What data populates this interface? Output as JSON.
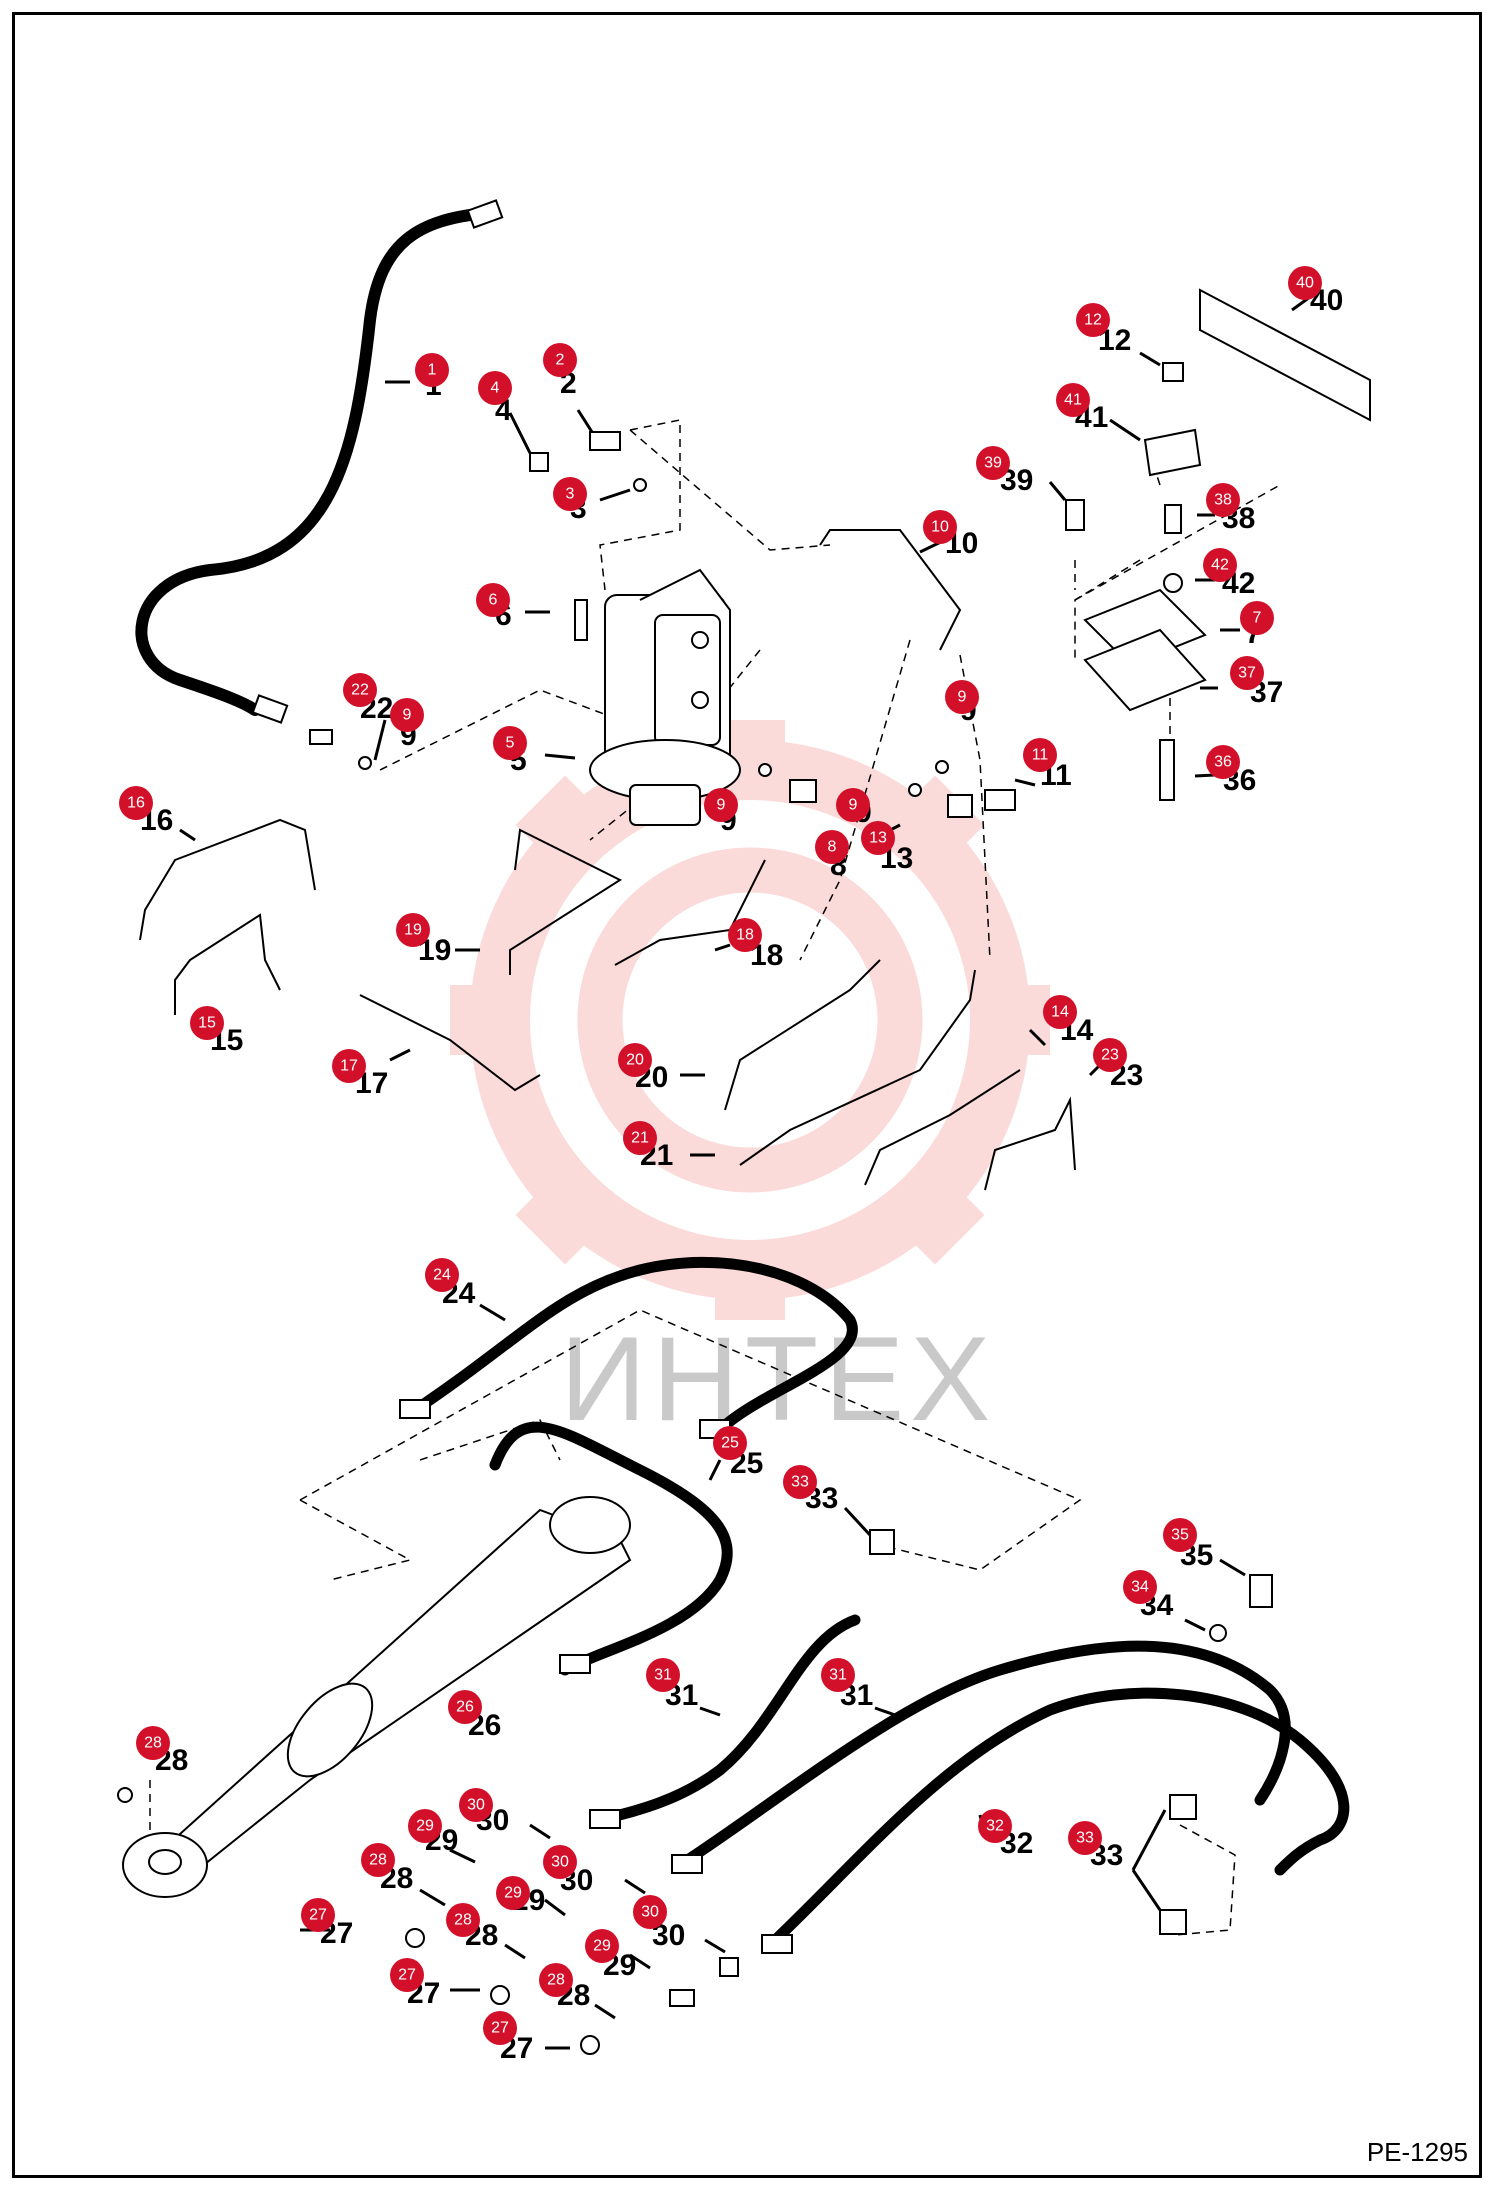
{
  "watermark": {
    "text": "ИНТЕХ",
    "color": "#f05a5a"
  },
  "diagram_ref": "PE-1295",
  "colors": {
    "badge": "#d3102a",
    "badge_text": "#ffffff",
    "line": "#000000"
  },
  "callouts": [
    "1",
    "2",
    "3",
    "4",
    "5",
    "6",
    "7",
    "8",
    "9",
    "10",
    "11",
    "12",
    "13",
    "14",
    "15",
    "16",
    "17",
    "18",
    "19",
    "20",
    "21",
    "22",
    "23",
    "24",
    "25",
    "26",
    "27",
    "28",
    "29",
    "30",
    "31",
    "32",
    "33",
    "34",
    "35",
    "36",
    "37",
    "38",
    "39",
    "40",
    "41",
    "42"
  ],
  "labels": [
    {
      "id": "1",
      "num": "1",
      "badge": "1"
    },
    {
      "id": "2",
      "num": "2",
      "badge": "2"
    },
    {
      "id": "3",
      "num": "3",
      "badge": "3"
    },
    {
      "id": "4",
      "num": "4",
      "badge": "4"
    },
    {
      "id": "5",
      "num": "5",
      "badge": "5"
    },
    {
      "id": "6",
      "num": "6",
      "badge": "6"
    },
    {
      "id": "7",
      "num": "7",
      "badge": "7"
    },
    {
      "id": "8",
      "num": "8",
      "badge": "8"
    },
    {
      "id": "9a",
      "num": "9",
      "badge": "9"
    },
    {
      "id": "9b",
      "num": "9",
      "badge": "9"
    },
    {
      "id": "9c",
      "num": "9",
      "badge": "9"
    },
    {
      "id": "9d",
      "num": "9",
      "badge": "9"
    },
    {
      "id": "10",
      "num": "10",
      "badge": "10"
    },
    {
      "id": "11",
      "num": "11",
      "badge": "11"
    },
    {
      "id": "12",
      "num": "12",
      "badge": "12"
    },
    {
      "id": "13",
      "num": "13",
      "badge": "13"
    },
    {
      "id": "14",
      "num": "14",
      "badge": "14"
    },
    {
      "id": "15",
      "num": "15",
      "badge": "15"
    },
    {
      "id": "16",
      "num": "16",
      "badge": "16"
    },
    {
      "id": "17",
      "num": "17",
      "badge": "17"
    },
    {
      "id": "18",
      "num": "18",
      "badge": "18"
    },
    {
      "id": "19",
      "num": "19",
      "badge": "19"
    },
    {
      "id": "20",
      "num": "20",
      "badge": "20"
    },
    {
      "id": "21",
      "num": "21",
      "badge": "21"
    },
    {
      "id": "22",
      "num": "22",
      "badge": "22"
    },
    {
      "id": "23",
      "num": "23",
      "badge": "23"
    },
    {
      "id": "24",
      "num": "24",
      "badge": "24"
    },
    {
      "id": "25",
      "num": "25",
      "badge": "25"
    },
    {
      "id": "26",
      "num": "26",
      "badge": "26"
    },
    {
      "id": "27a",
      "num": "27",
      "badge": "27"
    },
    {
      "id": "27b",
      "num": "27",
      "badge": "27"
    },
    {
      "id": "27c",
      "num": "27",
      "badge": "27"
    },
    {
      "id": "28a",
      "num": "28",
      "badge": "28"
    },
    {
      "id": "28b",
      "num": "28",
      "badge": "28"
    },
    {
      "id": "28c",
      "num": "28",
      "badge": "28"
    },
    {
      "id": "28d",
      "num": "28",
      "badge": "28"
    },
    {
      "id": "29a",
      "num": "29",
      "badge": "29"
    },
    {
      "id": "29b",
      "num": "29",
      "badge": "29"
    },
    {
      "id": "29c",
      "num": "29",
      "badge": "29"
    },
    {
      "id": "30a",
      "num": "30",
      "badge": "30"
    },
    {
      "id": "30b",
      "num": "30",
      "badge": "30"
    },
    {
      "id": "30c",
      "num": "30",
      "badge": "30"
    },
    {
      "id": "31a",
      "num": "31",
      "badge": "31"
    },
    {
      "id": "31b",
      "num": "31",
      "badge": "31"
    },
    {
      "id": "32",
      "num": "32",
      "badge": "32"
    },
    {
      "id": "33a",
      "num": "33",
      "badge": "33"
    },
    {
      "id": "33b",
      "num": "33",
      "badge": "33"
    },
    {
      "id": "34",
      "num": "34",
      "badge": "34"
    },
    {
      "id": "35",
      "num": "35",
      "badge": "35"
    },
    {
      "id": "36",
      "num": "36",
      "badge": "36"
    },
    {
      "id": "37",
      "num": "37",
      "badge": "37"
    },
    {
      "id": "38",
      "num": "38",
      "badge": "38"
    },
    {
      "id": "39",
      "num": "39",
      "badge": "39"
    },
    {
      "id": "40",
      "num": "40",
      "badge": "40"
    },
    {
      "id": "41",
      "num": "41",
      "badge": "41"
    },
    {
      "id": "42",
      "num": "42",
      "badge": "42"
    }
  ]
}
